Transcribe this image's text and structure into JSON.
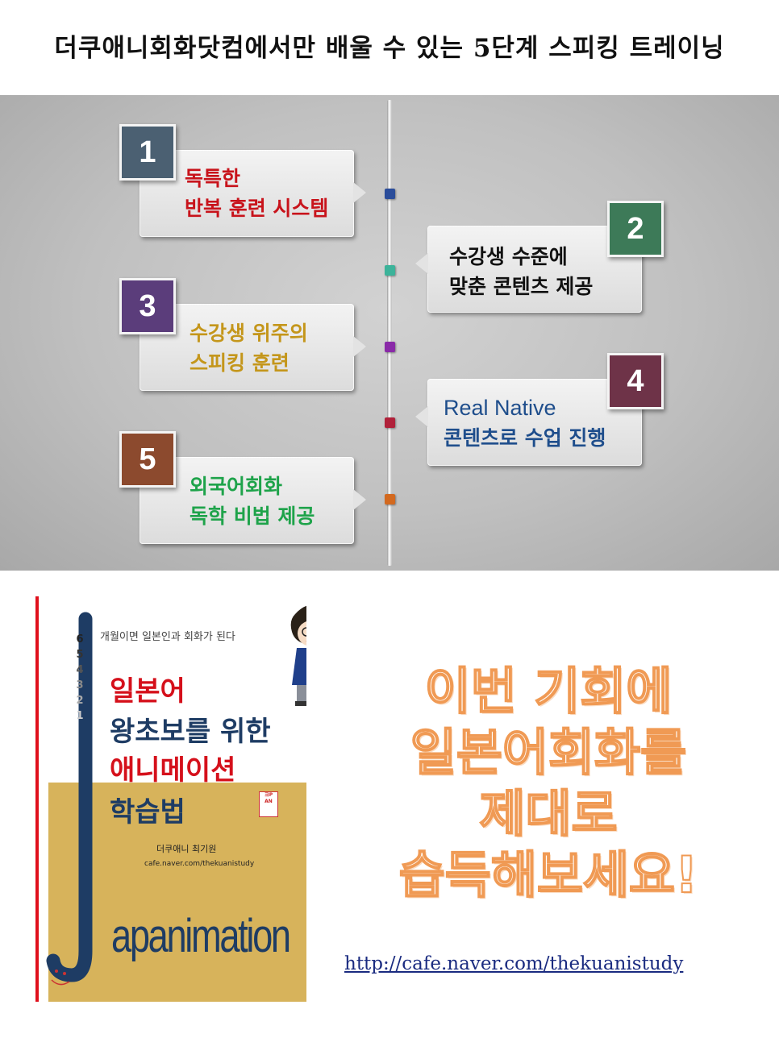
{
  "title": "더쿠애니회화닷컴에서만 배울 수 있는 5단계 스피킹 트레이닝",
  "steps": [
    {
      "number": "1",
      "line1": "독특한",
      "line2": "반복 훈련 시스템",
      "text_color": "#c8131b",
      "box_color": "#4b6072",
      "marker_color": "#2b4d9a"
    },
    {
      "number": "2",
      "line1": "수강생 수준에",
      "line2": "맞춘 콘텐츠 제공",
      "text_color": "#111111",
      "box_color": "#3d7a58",
      "marker_color": "#3cb39a"
    },
    {
      "number": "3",
      "line1": "수강생 위주의",
      "line2": "스피킹 훈련",
      "text_color": "#c4961b",
      "box_color": "#5b3d7b",
      "marker_color": "#8a2aa8"
    },
    {
      "number": "4",
      "line1": "Real Native",
      "line2": "콘텐츠로 수업 진행",
      "text_color": "#1f4e8c",
      "box_color": "#6e3348",
      "marker_color": "#b0213a"
    },
    {
      "number": "5",
      "line1": "외국어회화",
      "line2": "독학 비법 제공",
      "text_color": "#1ea34a",
      "box_color": "#8c4a2e",
      "marker_color": "#d3691f"
    }
  ],
  "book": {
    "numbers": [
      "6",
      "5",
      "4",
      "3",
      "2",
      "1"
    ],
    "subtitle": "개월이면 일본인과 회화가 된다",
    "title_lines": [
      {
        "text": "일본어",
        "color": "#d5101b"
      },
      {
        "text": "왕초보를 위한",
        "color": "#1e3c64"
      },
      {
        "text": "애니메이션",
        "color": "#d5101b"
      },
      {
        "text": "학습법",
        "color": "#1e3c64"
      }
    ],
    "author": "더쿠애니 최기원",
    "url": "cafe.naver.com/thekuanistudy",
    "apanimation": "apanimation",
    "logo_text": "ヨP AN"
  },
  "headline": [
    "이번 기회에",
    "일본어회화를",
    "제대로",
    "습득해보세요!"
  ],
  "link": "http://cafe.naver.com/thekuanistudy"
}
